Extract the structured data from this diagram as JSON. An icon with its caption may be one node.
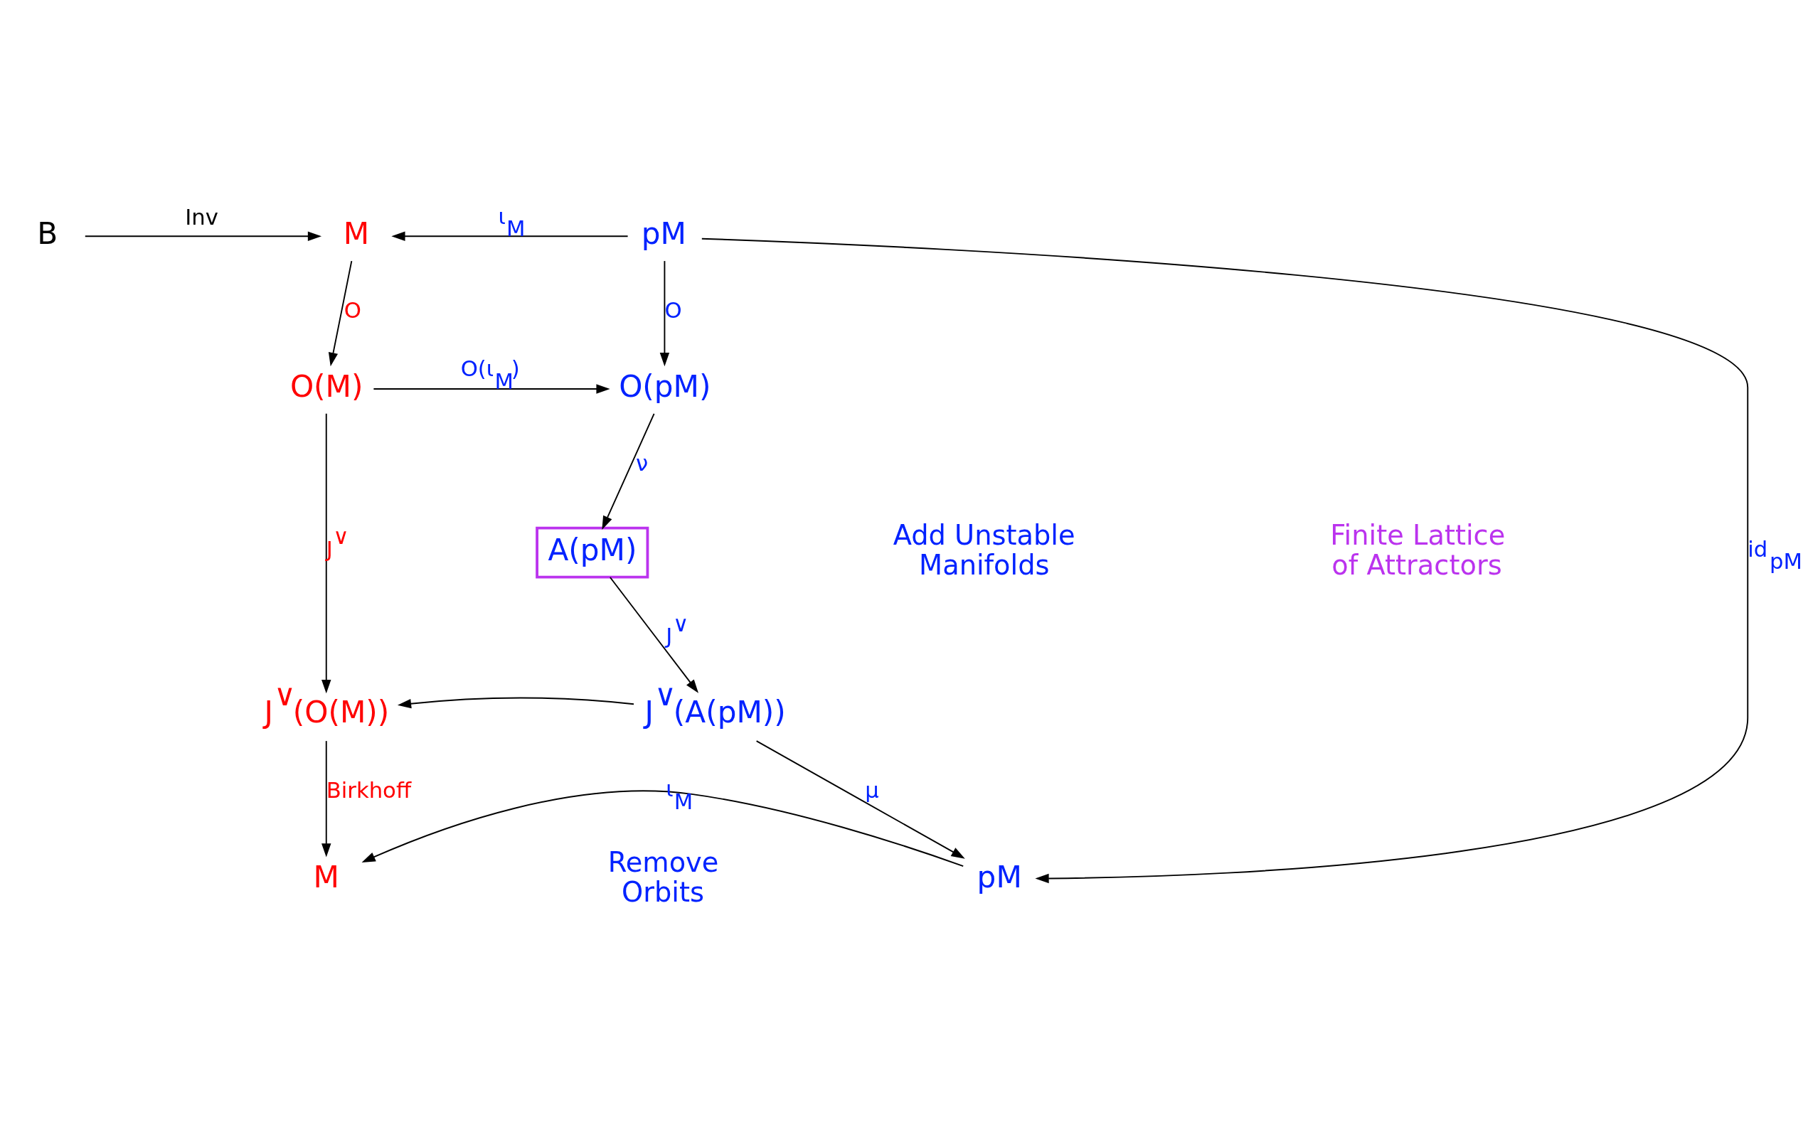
{
  "diagram": {
    "nodes": [
      {
        "text": [
          "B"
        ]
      },
      {
        "text": [
          "M"
        ]
      },
      {
        "text": [
          "pM"
        ]
      },
      {
        "text": [
          "O(M)"
        ]
      },
      {
        "text": [
          "O(pM)"
        ]
      },
      {
        "text": [
          "A(pM)"
        ]
      },
      {
        "text": [
          "J$^{∨}$(O(M))"
        ]
      },
      {
        "text": [
          "J$^{∨}$(A(pM))"
        ]
      },
      {
        "text": [
          "M"
        ]
      },
      {
        "text": [
          "pM"
        ]
      }
    ],
    "edges": [
      {
        "from": 0,
        "to": 1,
        "arrow": "to",
        "label": "Inv"
      },
      {
        "from": 2,
        "to": 1,
        "arrow": "to",
        "label": "ι$_{M}$"
      },
      {
        "from": 1,
        "to": 3,
        "arrow": "to",
        "label": "O"
      },
      {
        "from": 2,
        "to": 4,
        "arrow": "to",
        "label": "O"
      },
      {
        "from": 3,
        "to": 4,
        "arrow": "to",
        "label": "O(ι$_{M}$)"
      },
      {
        "from": 2,
        "to": 9,
        "arrow": "to",
        "label": "id$_{pM}$"
      },
      {
        "from": 4,
        "to": 5,
        "arrow": "to",
        "label": "ν"
      },
      {
        "from": 3,
        "to": 6,
        "arrow": "to",
        "label": "J$^{∨}$"
      },
      {
        "from": 5,
        "to": 7,
        "arrow": "to",
        "label": "J$^{∨}$"
      },
      {
        "from": 7,
        "to": 6,
        "arrow": "to"
      },
      {
        "from": 6,
        "to": 8,
        "arrow": "to",
        "label": "Birkhoff"
      },
      {
        "from": 7,
        "to": 9,
        "arrow": "to",
        "label": "μ"
      },
      {
        "from": 9,
        "to": 8,
        "arrow": "to",
        "label": "ι$_{M}$"
      }
    ],
    "labels": [
      "Add Unstable Manifolds",
      "Finite Lattice of Attractors",
      "Remove Orbits"
    ]
  }
}
